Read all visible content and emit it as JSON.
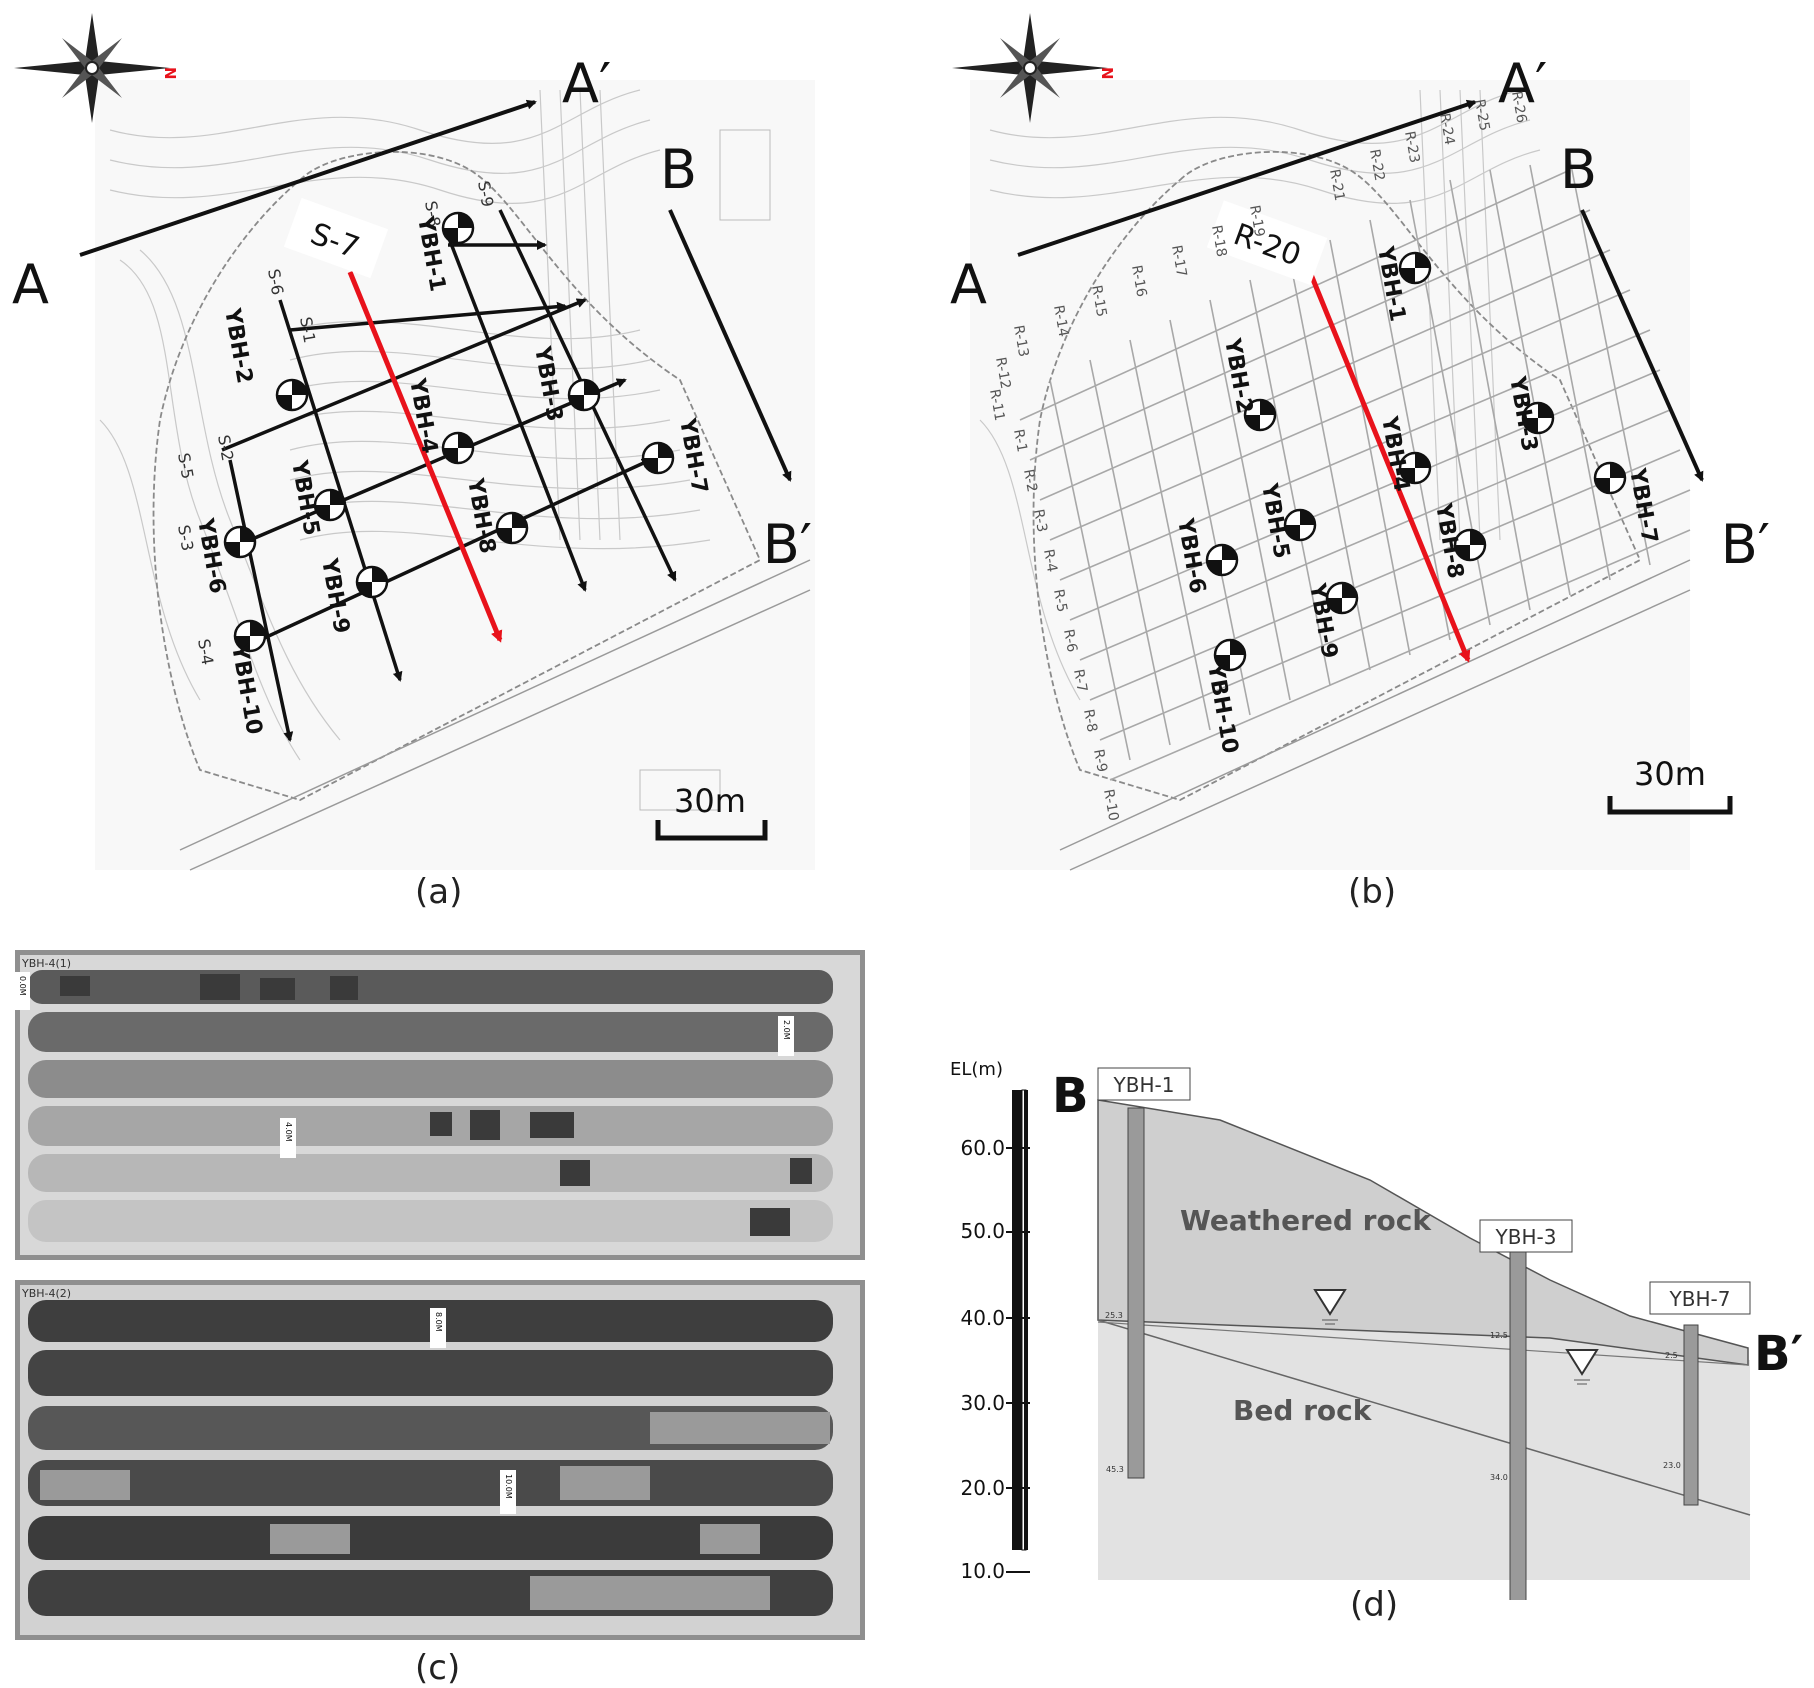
{
  "panel_a": {
    "caption": "(a)",
    "north": "N",
    "section_labels": {
      "a": "A",
      "a_prime": "A′",
      "b": "B",
      "b_prime": "B′"
    },
    "highlight": "S-7",
    "lines": [
      "S-1",
      "S-2",
      "S-3",
      "S-4",
      "S-5",
      "S-6",
      "S-8",
      "S-9"
    ],
    "boreholes": [
      "YBH-1",
      "YBH-2",
      "YBH-3",
      "YBH-4",
      "YBH-5",
      "YBH-6",
      "YBH-7",
      "YBH-8",
      "YBH-9",
      "YBH-10"
    ],
    "scale": "30m"
  },
  "panel_b": {
    "caption": "(b)",
    "north": "N",
    "section_labels": {
      "a": "A",
      "a_prime": "A′",
      "b": "B",
      "b_prime": "B′"
    },
    "highlight": "R-20",
    "lines": [
      "R-1",
      "R-2",
      "R-3",
      "R-4",
      "R-5",
      "R-6",
      "R-7",
      "R-8",
      "R-9",
      "R-10",
      "R-11",
      "R-12",
      "R-13",
      "R-14",
      "R-15",
      "R-16",
      "R-17",
      "R-18",
      "R-19",
      "R-21",
      "R-22",
      "R-23",
      "R-24",
      "R-25",
      "R-26"
    ],
    "boreholes": [
      "YBH-1",
      "YBH-2",
      "YBH-3",
      "YBH-4",
      "YBH-5",
      "YBH-6",
      "YBH-7",
      "YBH-8",
      "YBH-9",
      "YBH-10"
    ],
    "scale": "30m"
  },
  "panel_c": {
    "caption": "(c)",
    "box1_label": "YBH-4(1)",
    "box2_label": "YBH-4(2)",
    "depth_tags": [
      "0.0M",
      "2.0M",
      "4.0M",
      "8.0M",
      "10.0M"
    ]
  },
  "panel_d": {
    "caption": "(d)",
    "axis_title": "EL(m)",
    "ticks": [
      "60.0",
      "50.0",
      "40.0",
      "30.0",
      "20.0",
      "10.0"
    ],
    "endpoints": {
      "b": "B",
      "b_prime": "B′"
    },
    "boreholes": [
      "YBH-1",
      "YBH-3",
      "YBH-7"
    ],
    "layer_top": "Weathered rock",
    "layer_bottom": "Bed rock",
    "small_values": [
      "25.3",
      "12.5",
      "2.5",
      "45.3",
      "34.0",
      "23.0"
    ]
  },
  "colors": {
    "highlight": "#e8121b",
    "arrow": "#111111",
    "rock_top": "#cfcfcf",
    "rock_bottom": "#e2e2e2"
  }
}
